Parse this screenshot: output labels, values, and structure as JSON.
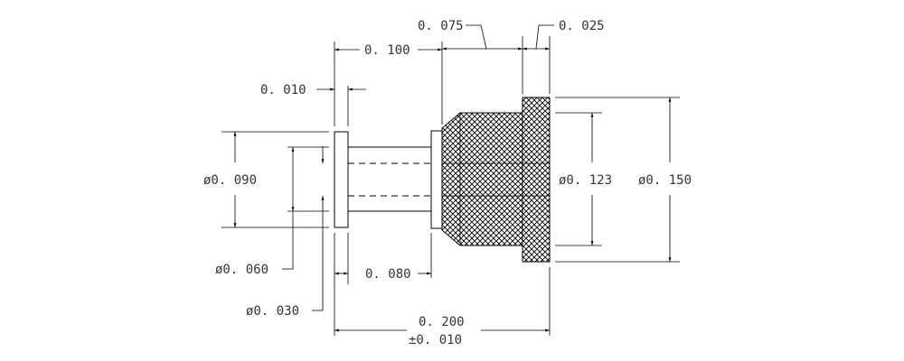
{
  "drawing": {
    "dimensions": {
      "d_0075": "0. 075",
      "d_0025": "0. 025",
      "d_0100": "0. 100",
      "d_0010": "0. 010",
      "dia_0090": "ø0. 090",
      "dia_0123": "ø0. 123",
      "dia_0150": "ø0. 150",
      "dia_0060": "ø0. 060",
      "d_0080": "0. 080",
      "dia_0030": "ø0. 030",
      "d_0200": "0. 200",
      "tol_0200": "±0. 010"
    }
  }
}
